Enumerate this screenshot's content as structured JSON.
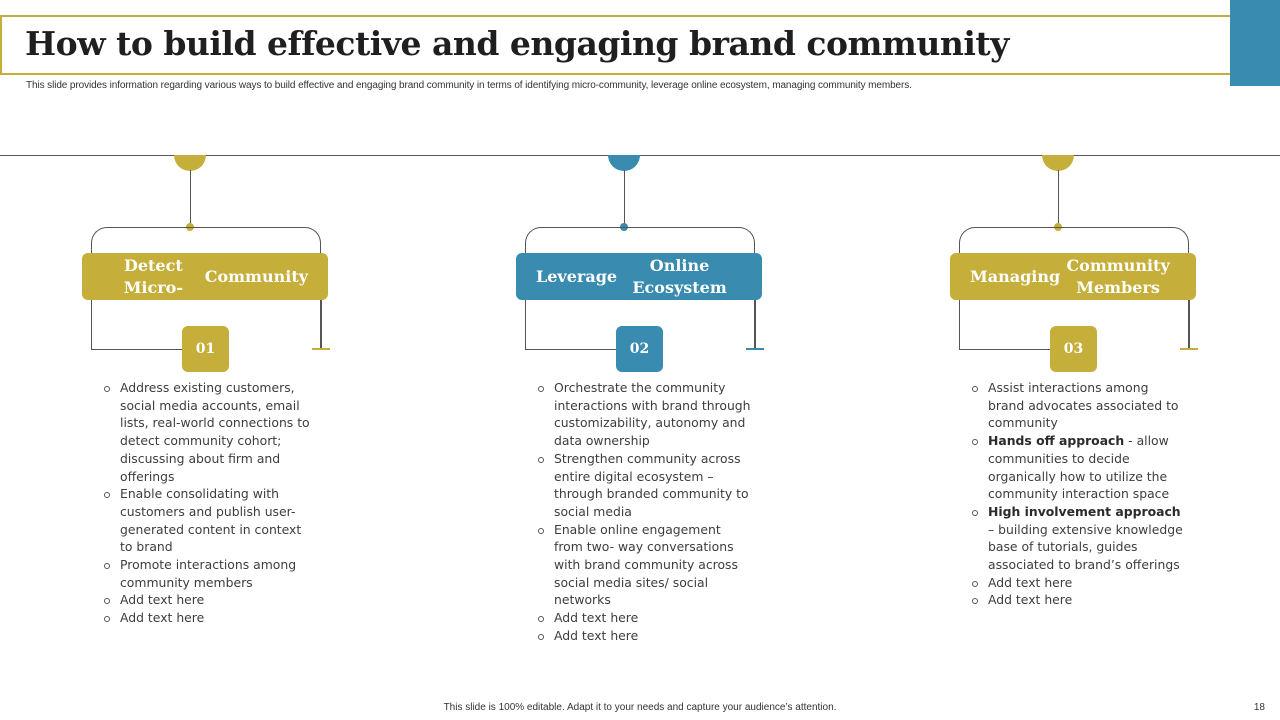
{
  "slide": {
    "title": "How to build effective and engaging brand community",
    "subtitle": "This slide provides information regarding various ways to build effective and engaging brand community in terms of identifying micro-community, leverage online ecosystem, managing community members.",
    "footer": "This slide is 100% editable.  Adapt it to your needs and capture your audience’s attention.",
    "page_number": "18"
  },
  "colors": {
    "gold": "#c6ae3a",
    "blue": "#3a8bb0"
  },
  "columns": [
    {
      "heading_line1": "Detect Micro-",
      "heading_line2": "Community",
      "number": "01",
      "accent": "gold",
      "points": [
        {
          "text": "Address existing customers, social media accounts, email lists, real-world connections to detect community cohort; discussing about firm and offerings"
        },
        {
          "text": "Enable consolidating with customers and publish user-generated content in context to brand"
        },
        {
          "text": "Promote interactions among community members"
        },
        {
          "text": "Add text here"
        },
        {
          "text": "Add text here"
        }
      ]
    },
    {
      "heading_line1": "Leverage",
      "heading_line2": "Online Ecosystem",
      "number": "02",
      "accent": "blue",
      "points": [
        {
          "text": "Orchestrate the community interactions with brand through customizability, autonomy and data ownership"
        },
        {
          "text": "Strengthen community across entire digital ecosystem – through branded community to social media"
        },
        {
          "text": "Enable online engagement from two- way conversations with brand community across social media sites/ social networks"
        },
        {
          "text": "Add text here"
        },
        {
          "text": "Add text here"
        }
      ]
    },
    {
      "heading_line1": "Managing",
      "heading_line2": "Community Members",
      "number": "03",
      "accent": "gold",
      "points": [
        {
          "text": "Assist interactions among brand advocates associated to community"
        },
        {
          "bold": "Hands off approach",
          "text": " - allow communities to decide organically how to utilize the community interaction space"
        },
        {
          "bold": "High involvement approach",
          "text": " – building extensive knowledge base of tutorials, guides associated to brand’s offerings"
        },
        {
          "text": "Add text here"
        },
        {
          "text": "Add text here"
        }
      ]
    }
  ]
}
